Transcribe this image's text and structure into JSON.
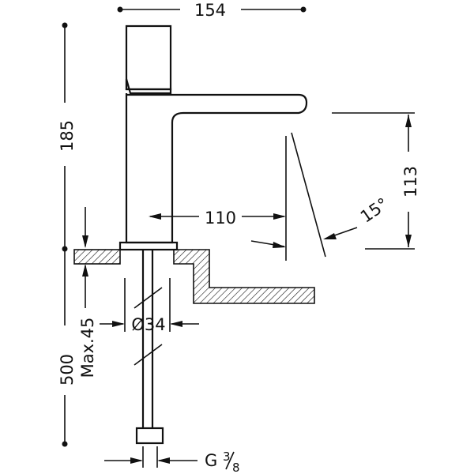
{
  "dimensions": {
    "overall_width": "154",
    "overall_height": "185",
    "spout_reach": "110",
    "spout_height": "113",
    "spout_angle": "15°",
    "counter_thickness": "Max.45",
    "hole_diameter": "Ø34",
    "hose_length": "500",
    "connection_thread": "G",
    "connection_fraction_num": "3",
    "connection_fraction_den": "8"
  },
  "colors": {
    "line": "#111111",
    "background": "#ffffff"
  }
}
